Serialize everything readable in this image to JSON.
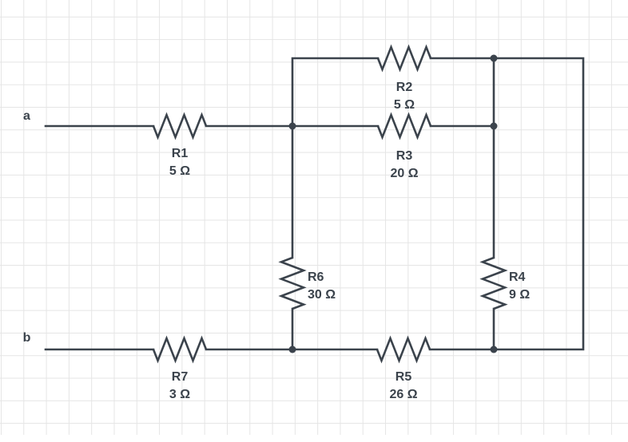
{
  "diagram": {
    "type": "resistor-network-circuit",
    "terminals": {
      "a": "a",
      "b": "b"
    },
    "components": [
      {
        "id": "R1",
        "value": "5 Ω"
      },
      {
        "id": "R2",
        "value": "5 Ω"
      },
      {
        "id": "R3",
        "value": "20 Ω"
      },
      {
        "id": "R4",
        "value": "9 Ω"
      },
      {
        "id": "R5",
        "value": "26 Ω"
      },
      {
        "id": "R6",
        "value": "30 Ω"
      },
      {
        "id": "R7",
        "value": "3 Ω"
      }
    ],
    "colors": {
      "wire": "#3b434c",
      "label": "#3b434c",
      "grid_line": "#e5e5e5",
      "background": "#ffffff"
    }
  }
}
